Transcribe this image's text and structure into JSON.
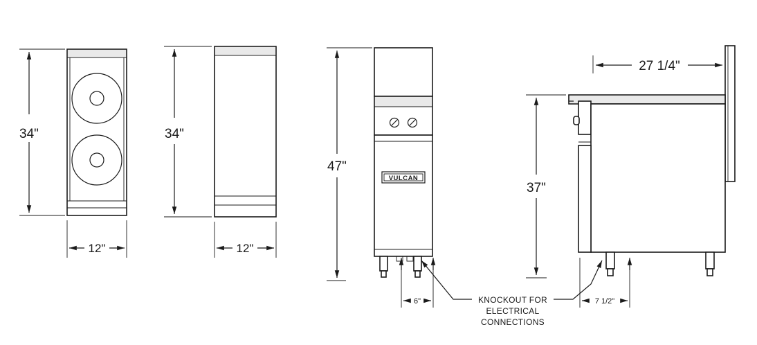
{
  "dimensions": {
    "top_view_height": "34\"",
    "top_view_width": "12\"",
    "back_view_height": "34\"",
    "back_view_width": "12\"",
    "front_view_height": "47\"",
    "front_leg_spacing": "6\"",
    "side_view_depth": "27 1/4\"",
    "side_view_height": "37\"",
    "side_leg_spacing": "7 1/2\""
  },
  "brand_label": "VULCAN",
  "callout": {
    "line1": "KNOCKOUT FOR",
    "line2": "ELECTRICAL",
    "line3": "CONNECTIONS"
  }
}
